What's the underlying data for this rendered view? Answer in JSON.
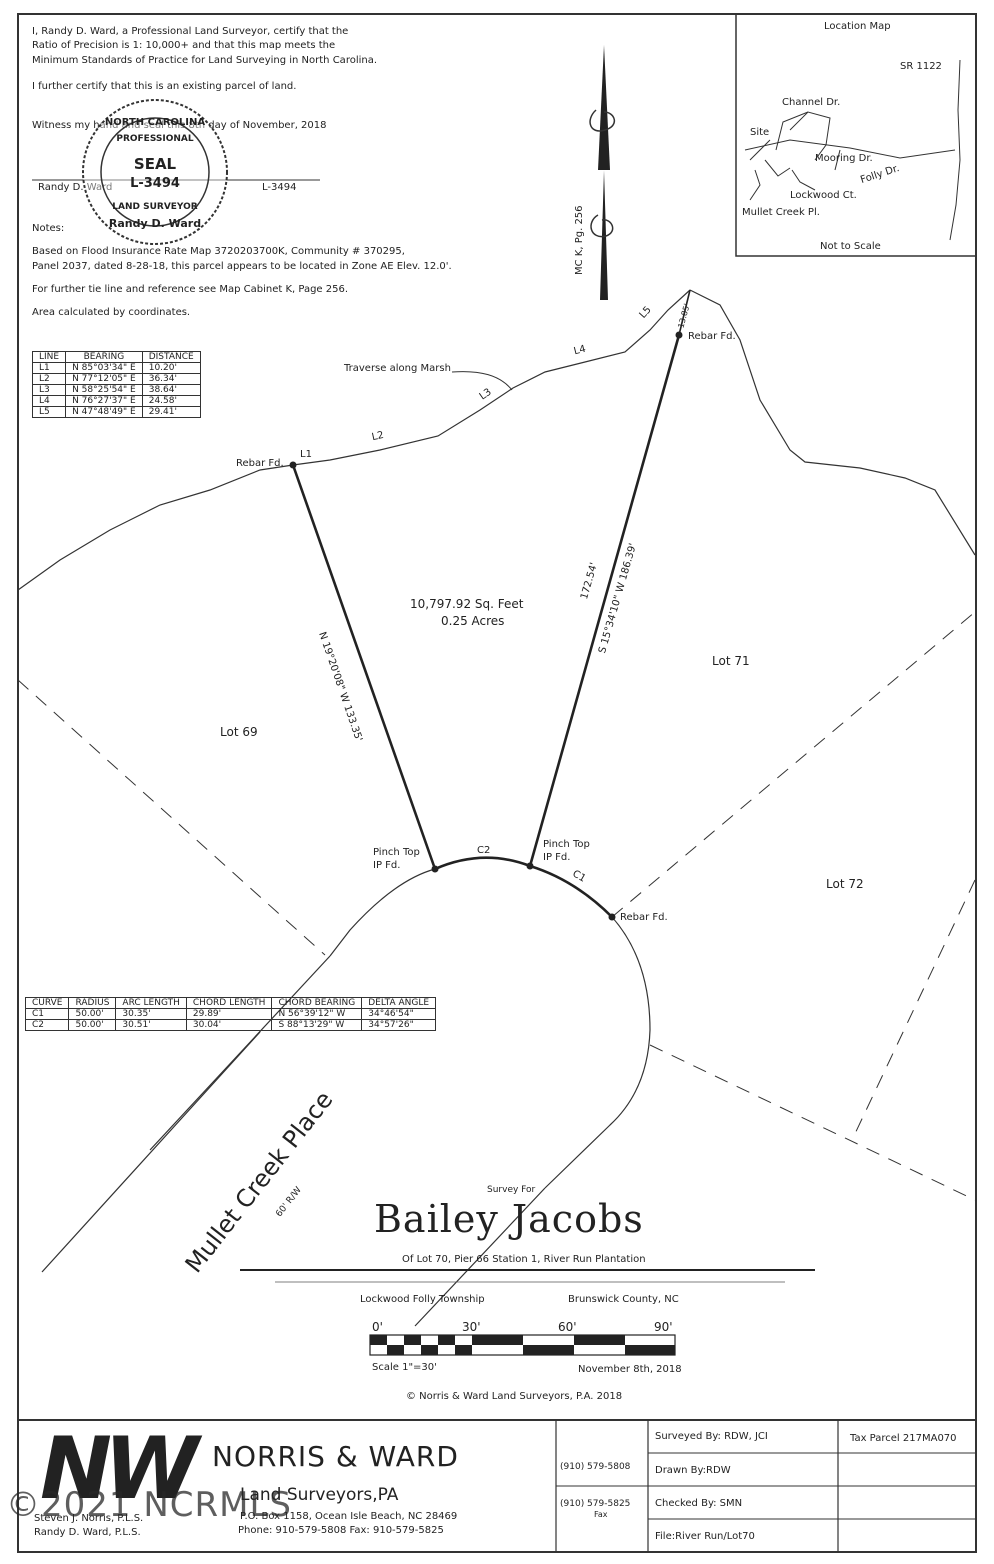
{
  "certificate": {
    "line1": "I, Randy D. Ward, a Professional Land Surveyor, certify that the",
    "line2": "Ratio of Precision is 1: 10,000+ and that this map meets the",
    "line3": "Minimum Standards of Practice for Land Surveying in North Carolina.",
    "line4": "I further certify that this is an existing parcel of land.",
    "line5": "Witness my hand and seal this 8th day of November, 2018",
    "signer": "Randy D. Ward",
    "license": "L-3494"
  },
  "seal": {
    "top": "NORTH CAROLINA",
    "mid": "PROFESSIONAL",
    "center": "SEAL",
    "number": "L-3494",
    "bottom": "LAND SURVEYOR",
    "name": "Randy D. Ward"
  },
  "notes": {
    "heading": "Notes:",
    "n1": "Based on Flood Insurance Rate Map 3720203700K, Community # 370295,",
    "n2": "Panel 2037, dated 8-28-18, this parcel appears to be located in Zone AE Elev. 12.0'.",
    "n3": "For further tie line and reference see Map Cabinet K, Page 256.",
    "n4": "Area calculated by coordinates."
  },
  "line_table": {
    "headers": [
      "LINE",
      "BEARING",
      "DISTANCE"
    ],
    "rows": [
      [
        "L1",
        "N 85°03'34\" E",
        "10.20'"
      ],
      [
        "L2",
        "N 77°12'05\" E",
        "36.34'"
      ],
      [
        "L3",
        "N 58°25'54\" E",
        "38.64'"
      ],
      [
        "L4",
        "N 76°27'37\" E",
        "24.58'"
      ],
      [
        "L5",
        "N 47°48'49\" E",
        "29.41'"
      ]
    ]
  },
  "curve_table": {
    "headers": [
      "CURVE",
      "RADIUS",
      "ARC LENGTH",
      "CHORD LENGTH",
      "CHORD BEARING",
      "DELTA ANGLE"
    ],
    "rows": [
      [
        "C1",
        "50.00'",
        "30.35'",
        "29.89'",
        "N 56°39'12\" W",
        "34°46'54\""
      ],
      [
        "C2",
        "50.00'",
        "30.51'",
        "30.04'",
        "S 88°13'29\" W",
        "34°57'26\""
      ]
    ]
  },
  "location_map": {
    "title": "Location Map",
    "sr": "SR 1122",
    "channel": "Channel Dr.",
    "site": "Site",
    "mooring": "Mooring Dr.",
    "folly": "Folly Dr.",
    "lockwood": "Lockwood Ct.",
    "mullet": "Mullet Creek Pl.",
    "nts": "Not to Scale"
  },
  "north_ref": "MC K, Pg. 256",
  "plat": {
    "area_sqft": "10,797.92 Sq. Feet",
    "area_acres": "0.25 Acres",
    "lot69": "Lot 69",
    "lot71": "Lot 71",
    "lot72": "Lot 72",
    "rebar1": "Rebar Fd.",
    "rebar2": "Rebar Fd.",
    "rebar3": "Rebar Fd.",
    "pinch1a": "Pinch Top",
    "pinch1b": "IP Fd.",
    "pinch2a": "Pinch Top",
    "pinch2b": "IP Fd.",
    "traverse": "Traverse along Marsh",
    "west_line": "N 19°20'08\" W   133.35'",
    "east_line_a": "172.54'",
    "east_line_b": "S 15°34'10\" W   186.39'",
    "small_dist": "13.85'",
    "l1": "L1",
    "l2": "L2",
    "l3": "L3",
    "l4": "L4",
    "l5": "L5",
    "c1": "C1",
    "c2": "C2",
    "street": "Mullet Creek Place",
    "row": "60' R/W"
  },
  "title_block": {
    "survey_for": "Survey For",
    "owner": "Bailey Jacobs",
    "subtitle": "Of Lot 70, Pier 66 Station 1, River Run Plantation",
    "township": "Lockwood Folly Township",
    "county": "Brunswick County, NC",
    "scale_ticks": [
      "0'",
      "30'",
      "60'",
      "90'"
    ],
    "scale": "Scale 1\"=30'",
    "date": "November 8th, 2018",
    "copyright": "© Norris & Ward Land Surveyors, P.A. 2018"
  },
  "footer": {
    "logo": "NW",
    "firm": "NORRIS & WARD",
    "firm_sub": "Land Surveyors,PA",
    "names1": "Steven J. Norris, P.L.S.",
    "names2": "Randy D. Ward, P.L.S.",
    "address": "P.O. Box 1158, Ocean Isle Beach, NC 28469",
    "phone_fax": "Phone: 910-579-5808  Fax: 910-579-5825",
    "phone1": "(910) 579-5808",
    "phone2": "(910) 579-5825",
    "fax_label": "Fax",
    "surveyed": "Surveyed By: RDW, JCI",
    "drawn": "Drawn By:RDW",
    "checked": "Checked By: SMN",
    "file": "File:River Run/Lot70",
    "tax": "Tax Parcel  217MA070",
    "watermark": "©2021 NCRMLS"
  }
}
